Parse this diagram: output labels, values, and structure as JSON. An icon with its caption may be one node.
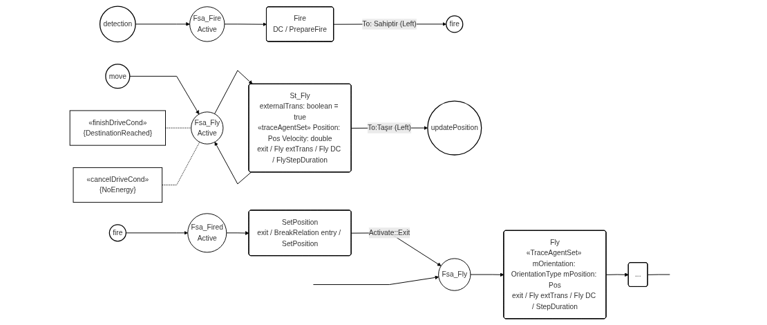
{
  "diagram": {
    "nodes": [
      {
        "text": [
          "move"
        ]
      },
      {
        "text": [
          "Fsa_Fly",
          "Active"
        ]
      },
      {
        "text": [
          "«finishDriveCond»",
          "{DestinationReached}"
        ]
      },
      {
        "text": [
          "«cancelDriveCond»",
          "{NoEnergy}"
        ]
      },
      {
        "text": [
          "St_Fly",
          "externalTrans: boolean = true",
          "«traceAgentSet» Position: Pos Velocity: double",
          "exit / Fly extTrans / Fly DC / FlyStepDuration"
        ]
      },
      {
        "text": [
          "detection"
        ]
      },
      {
        "text": [
          "Fsa_Fire",
          "Active"
        ]
      },
      {
        "text": [
          "Fire",
          "DC / PrepareFire"
        ]
      },
      {
        "text": [
          "fire"
        ]
      },
      {
        "text": [
          "updatePosition"
        ]
      },
      {
        "text": [
          "fire"
        ]
      },
      {
        "text": [
          "Fsa_Fired",
          "Active"
        ]
      },
      {
        "text": [
          "SetPosition",
          "exit / BreakRelation entry / SetPosition"
        ]
      },
      {
        "text": [
          "Fsa_Fly"
        ]
      },
      {
        "text": [
          "Fly",
          "«TraceAgentSet» mOrientation: OrientationType mPosition: Pos",
          "exit / Fly extTrans / Fly DC / StepDuration"
        ]
      },
      {
        "text": [
          "..."
        ]
      }
    ],
    "edges": [
      {
        "from": 0,
        "to": 1,
        "arrow": "to"
      },
      {
        "from": 1,
        "to": 4,
        "arrow": "to"
      },
      {
        "from": 2,
        "to": 1,
        "arrow": "none",
        "style": "dashed"
      },
      {
        "from": 3,
        "to": 1,
        "arrow": "none",
        "style": "dashed"
      },
      {
        "from": 4,
        "to": 1,
        "arrow": "to"
      },
      {
        "from": 5,
        "to": 6,
        "arrow": "to"
      },
      {
        "from": 6,
        "to": 7,
        "arrow": "to"
      },
      {
        "from": 7,
        "to": 8,
        "arrow": "to",
        "label": "To: Sahiptir (Left)"
      },
      {
        "from": 4,
        "to": 9,
        "arrow": "to",
        "label": "To:Taşır (Left)"
      },
      {
        "from": 10,
        "to": 11,
        "arrow": "to"
      },
      {
        "from": 11,
        "to": 12,
        "arrow": "to"
      },
      {
        "from": 12,
        "to": 13,
        "arrow": "to",
        "label": "Activate::Exit"
      },
      {
        "from": 13,
        "to": 14,
        "arrow": "to"
      },
      {
        "from": 14,
        "to": 15,
        "arrow": "to"
      },
      {
        "from": null,
        "to": 13,
        "arrow": "to"
      },
      {
        "from": 15,
        "to": null,
        "arrow": "none"
      }
    ]
  }
}
